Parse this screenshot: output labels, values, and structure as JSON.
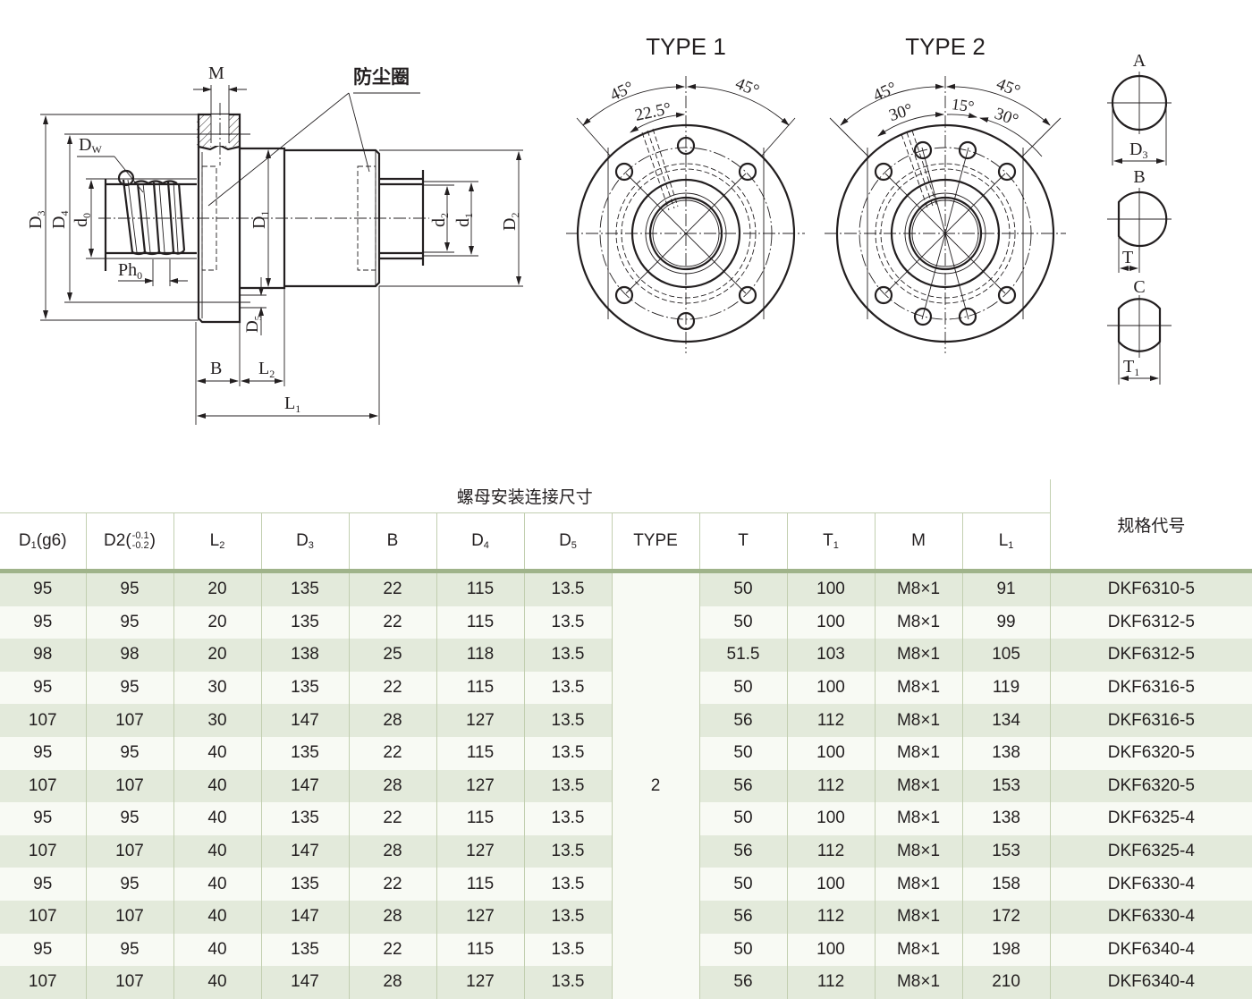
{
  "drawing": {
    "side_view_labels": {
      "M": "M",
      "dust_seal": "防尘圈",
      "Dw": "D",
      "Dw_sub": "W",
      "D3": "D",
      "D3_sub": "3",
      "D4": "D",
      "D4_sub": "4",
      "d0": "d",
      "d0_sub": "0",
      "D1": "D",
      "D1_sub": "1",
      "d2": "d",
      "d2_sub": "2",
      "d1": "d",
      "d1_sub": "1",
      "D2": "D",
      "D2_sub": "2",
      "Ph0": "Ph",
      "Ph0_sub": "0",
      "D5": "D",
      "D5_sub": "5",
      "B": "B",
      "L2": "L",
      "L2_sub": "2",
      "L1": "L",
      "L1_sub": "1"
    },
    "type1": {
      "title": "TYPE 1",
      "angle_left": "45°",
      "angle_right": "45°",
      "angle_inner": "22.5°"
    },
    "type2": {
      "title": "TYPE 2",
      "angle_left": "45°",
      "angle_right": "45°",
      "angle_inner_left": "30°",
      "angle_inner_mid": "15°",
      "angle_inner_right": "30°"
    },
    "flange_shapes": {
      "A": "A",
      "A_dim": "D",
      "A_dim_sub": "3",
      "B": "B",
      "B_dim": "T",
      "C": "C",
      "C_dim": "T",
      "C_dim_sub": "1"
    }
  },
  "table": {
    "group_title": "螺母安装连接尺寸",
    "spec_header": "规格代号",
    "columns": [
      {
        "main": "D",
        "sub": "1",
        "suffix": "(g6)"
      },
      {
        "main": "D2(",
        "tol_upper": "-0.1",
        "tol_lower": "-0.2",
        "suffix": ")"
      },
      {
        "main": "L",
        "sub": "2"
      },
      {
        "main": "D",
        "sub": "3"
      },
      {
        "main": "B"
      },
      {
        "main": "D",
        "sub": "4"
      },
      {
        "main": "D",
        "sub": "5"
      },
      {
        "main": "TYPE"
      },
      {
        "main": "T"
      },
      {
        "main": "T",
        "sub": "1"
      },
      {
        "main": "M"
      },
      {
        "main": "L",
        "sub": "1"
      }
    ],
    "type_value": "2",
    "rows": [
      {
        "D1": "95",
        "D2": "95",
        "L2": "20",
        "D3": "135",
        "B": "22",
        "D4": "115",
        "D5": "13.5",
        "T": "50",
        "T1": "100",
        "M": "M8×1",
        "L1": "91",
        "spec": "DKF6310-5"
      },
      {
        "D1": "95",
        "D2": "95",
        "L2": "20",
        "D3": "135",
        "B": "22",
        "D4": "115",
        "D5": "13.5",
        "T": "50",
        "T1": "100",
        "M": "M8×1",
        "L1": "99",
        "spec": "DKF6312-5"
      },
      {
        "D1": "98",
        "D2": "98",
        "L2": "20",
        "D3": "138",
        "B": "25",
        "D4": "118",
        "D5": "13.5",
        "T": "51.5",
        "T1": "103",
        "M": "M8×1",
        "L1": "105",
        "spec": "DKF6312-5"
      },
      {
        "D1": "95",
        "D2": "95",
        "L2": "30",
        "D3": "135",
        "B": "22",
        "D4": "115",
        "D5": "13.5",
        "T": "50",
        "T1": "100",
        "M": "M8×1",
        "L1": "119",
        "spec": "DKF6316-5"
      },
      {
        "D1": "107",
        "D2": "107",
        "L2": "30",
        "D3": "147",
        "B": "28",
        "D4": "127",
        "D5": "13.5",
        "T": "56",
        "T1": "112",
        "M": "M8×1",
        "L1": "134",
        "spec": "DKF6316-5"
      },
      {
        "D1": "95",
        "D2": "95",
        "L2": "40",
        "D3": "135",
        "B": "22",
        "D4": "115",
        "D5": "13.5",
        "T": "50",
        "T1": "100",
        "M": "M8×1",
        "L1": "138",
        "spec": "DKF6320-5"
      },
      {
        "D1": "107",
        "D2": "107",
        "L2": "40",
        "D3": "147",
        "B": "28",
        "D4": "127",
        "D5": "13.5",
        "T": "56",
        "T1": "112",
        "M": "M8×1",
        "L1": "153",
        "spec": "DKF6320-5"
      },
      {
        "D1": "95",
        "D2": "95",
        "L2": "40",
        "D3": "135",
        "B": "22",
        "D4": "115",
        "D5": "13.5",
        "T": "50",
        "T1": "100",
        "M": "M8×1",
        "L1": "138",
        "spec": "DKF6325-4"
      },
      {
        "D1": "107",
        "D2": "107",
        "L2": "40",
        "D3": "147",
        "B": "28",
        "D4": "127",
        "D5": "13.5",
        "T": "56",
        "T1": "112",
        "M": "M8×1",
        "L1": "153",
        "spec": "DKF6325-4"
      },
      {
        "D1": "95",
        "D2": "95",
        "L2": "40",
        "D3": "135",
        "B": "22",
        "D4": "115",
        "D5": "13.5",
        "T": "50",
        "T1": "100",
        "M": "M8×1",
        "L1": "158",
        "spec": "DKF6330-4"
      },
      {
        "D1": "107",
        "D2": "107",
        "L2": "40",
        "D3": "147",
        "B": "28",
        "D4": "127",
        "D5": "13.5",
        "T": "56",
        "T1": "112",
        "M": "M8×1",
        "L1": "172",
        "spec": "DKF6330-4"
      },
      {
        "D1": "95",
        "D2": "95",
        "L2": "40",
        "D3": "135",
        "B": "22",
        "D4": "115",
        "D5": "13.5",
        "T": "50",
        "T1": "100",
        "M": "M8×1",
        "L1": "198",
        "spec": "DKF6340-4"
      },
      {
        "D1": "107",
        "D2": "107",
        "L2": "40",
        "D3": "147",
        "B": "28",
        "D4": "127",
        "D5": "13.5",
        "T": "56",
        "T1": "112",
        "M": "M8×1",
        "L1": "210",
        "spec": "DKF6340-4"
      }
    ]
  },
  "colors": {
    "row_odd": "#e3eadb",
    "row_even": "#f8faf4",
    "grid": "#c2cfb0",
    "header_rule": "#9fb38a",
    "ink": "#231f20"
  }
}
